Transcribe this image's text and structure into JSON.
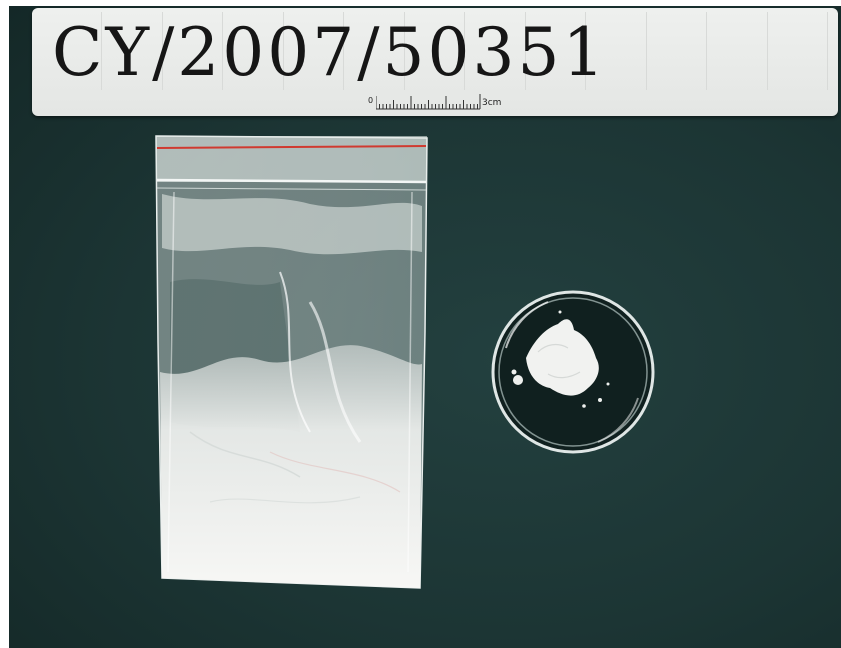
{
  "evidence_label": {
    "case_number": "CY/2007/50351",
    "ruler": {
      "zero_mark": "0",
      "unit_mark": "3cm"
    }
  },
  "scene": {
    "background_color": "#1c3534",
    "label_color": "#e8eae8",
    "powder_color": "#f4f4f2",
    "zip_stripe_color": "#d03a30"
  }
}
